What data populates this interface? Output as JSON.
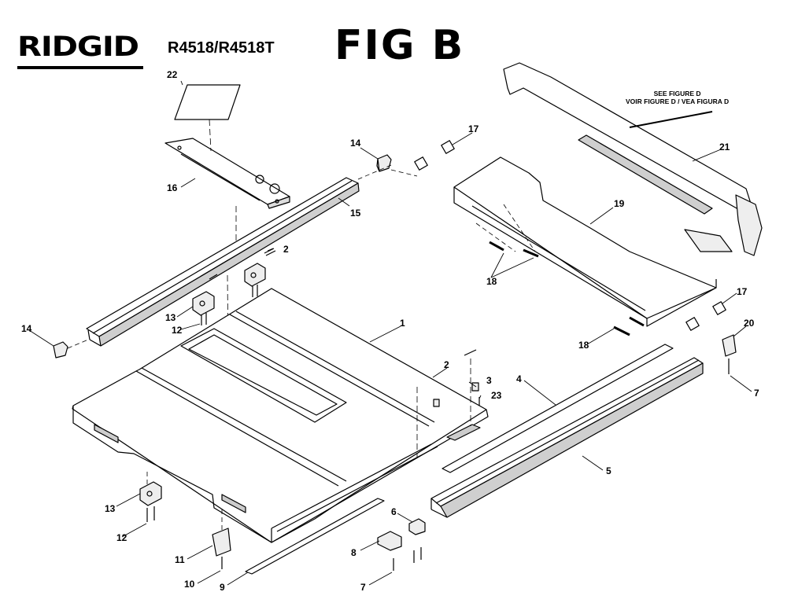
{
  "header": {
    "brand": "RIDGID",
    "model": "R4518/R4518T",
    "figure": "FIG B"
  },
  "note": {
    "line1": "SEE FIGURE D",
    "line2": "VOIR FIGURE D / VEA FIGURA D"
  },
  "callouts": {
    "c1": "1",
    "c2a": "2",
    "c2b": "2",
    "c3": "3",
    "c4": "4",
    "c5": "5",
    "c6": "6",
    "c7a": "7",
    "c7b": "7",
    "c8": "8",
    "c9": "9",
    "c10": "10",
    "c11": "11",
    "c12a": "12",
    "c12b": "12",
    "c13a": "13",
    "c13b": "13",
    "c14a": "14",
    "c14b": "14",
    "c15": "15",
    "c16": "16",
    "c17a": "17",
    "c17b": "17",
    "c18a": "18",
    "c18b": "18",
    "c19": "19",
    "c20": "20",
    "c21": "21",
    "c22": "22",
    "c23": "23"
  }
}
